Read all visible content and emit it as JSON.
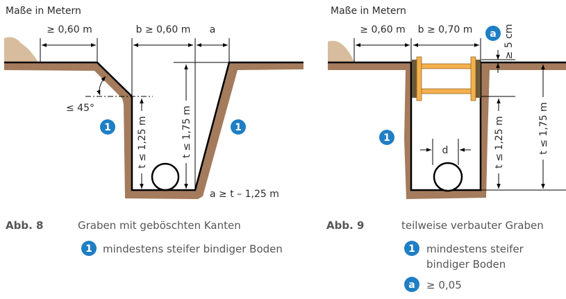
{
  "figure8": {
    "units_note": "Maße in Metern",
    "dim_berm": "≥ 0,60 m",
    "dim_width": "b ≥ 0,60 m",
    "dim_a": "a",
    "angle": "≤ 45°",
    "depth_1": "t ≤ 1,25 m",
    "depth_2": "t ≤ 1,75 m",
    "a_rule": "a ≥ t – 1,25 m",
    "badge": "1",
    "caption_label": "Abb. 8",
    "caption_title": "Graben mit geböschten Kanten",
    "legend_1": "mindestens steifer bindiger Boden"
  },
  "figure9": {
    "units_note": "Maße in Metern",
    "dim_berm": "≥ 0,60 m",
    "dim_width": "b ≥ 0,70 m",
    "dim_overhang": "≥ 5 cm",
    "depth_1": "t ≤ 1,25 m",
    "depth_2": "t ≤ 1,75 m",
    "pipe_d": "d",
    "badge_1": "1",
    "badge_a": "a",
    "caption_label": "Abb. 9",
    "caption_title": "teilweise verbauter Graben",
    "legend_1_line1": "mindestens steifer",
    "legend_1_line2": "bindiger Boden",
    "legend_a": "≥ 0,05"
  },
  "colors": {
    "badge": "#1f7ec4",
    "soil": "#a47b5c",
    "spoil": "#d7bd9d",
    "timber": "#f3b04d"
  }
}
